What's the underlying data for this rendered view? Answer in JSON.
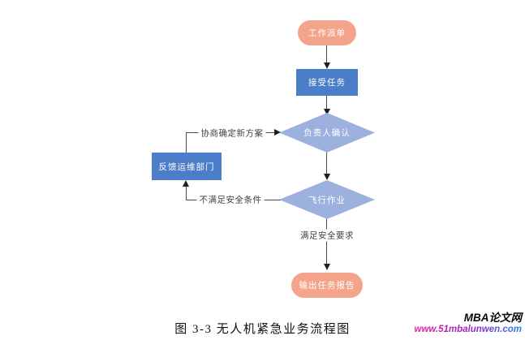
{
  "flowchart": {
    "nodes": {
      "start": {
        "label": "工作派单",
        "shape": "terminator"
      },
      "accept": {
        "label": "接受任务",
        "shape": "process"
      },
      "confirm": {
        "label": "负责人确认",
        "shape": "decision"
      },
      "feedback": {
        "label": "反馈运维部门",
        "shape": "process"
      },
      "flight": {
        "label": "飞行作业",
        "shape": "decision"
      },
      "report": {
        "label": "输出任务报告",
        "shape": "terminator"
      }
    },
    "edge_labels": {
      "new_plan": "协商确定新方案",
      "unsafe": "不满足安全条件",
      "safe": "满足安全要求"
    },
    "colors": {
      "terminator_fill": "#F5A48C",
      "process_fill": "#4B7DC8",
      "decision_fill": "#9DB1DE",
      "connector_line": "#4D4D4D",
      "arrowhead": "#1F1F1F",
      "edge_label_text": "#3F3F3F"
    }
  },
  "caption": "图 3-3 无人机紧急业务流程图",
  "watermark": {
    "brand": "MBA论文网",
    "url": "www.51mbalunwen.com",
    "gradient_from": "#E81CA2",
    "gradient_to": "#1E86DD"
  }
}
